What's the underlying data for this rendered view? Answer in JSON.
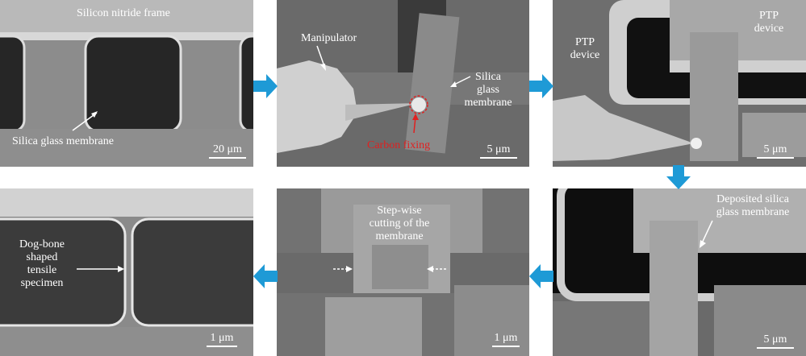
{
  "panels": {
    "p1": {
      "frame_label": "Silicon nitride frame",
      "membrane_label": "Silica glass membrane",
      "scale": "20 μm"
    },
    "p2": {
      "manipulator_label": "Manipulator",
      "membrane_label": [
        "Silica",
        "glass",
        "membrane"
      ],
      "fixing_label": "Carbon fixing",
      "scale": "5 μm"
    },
    "p3": {
      "ptp_left": [
        "PTP",
        "device"
      ],
      "ptp_right": [
        "PTP",
        "device"
      ],
      "scale": "5 μm"
    },
    "p4": {
      "deposited_label": [
        "Deposited silica",
        "glass membrane"
      ],
      "scale": "5 μm"
    },
    "p5": {
      "cutting_label": [
        "Step-wise",
        "cutting of the",
        "membrane"
      ],
      "scale": "1 μm"
    },
    "p6": {
      "specimen_label": [
        "Dog-bone",
        "shaped",
        "tensile",
        "specimen"
      ],
      "scale": "1 μm"
    }
  },
  "colors": {
    "flow_arrow": "#1e9ad6",
    "annotation": "#ffffff",
    "highlight": "#e02020"
  }
}
